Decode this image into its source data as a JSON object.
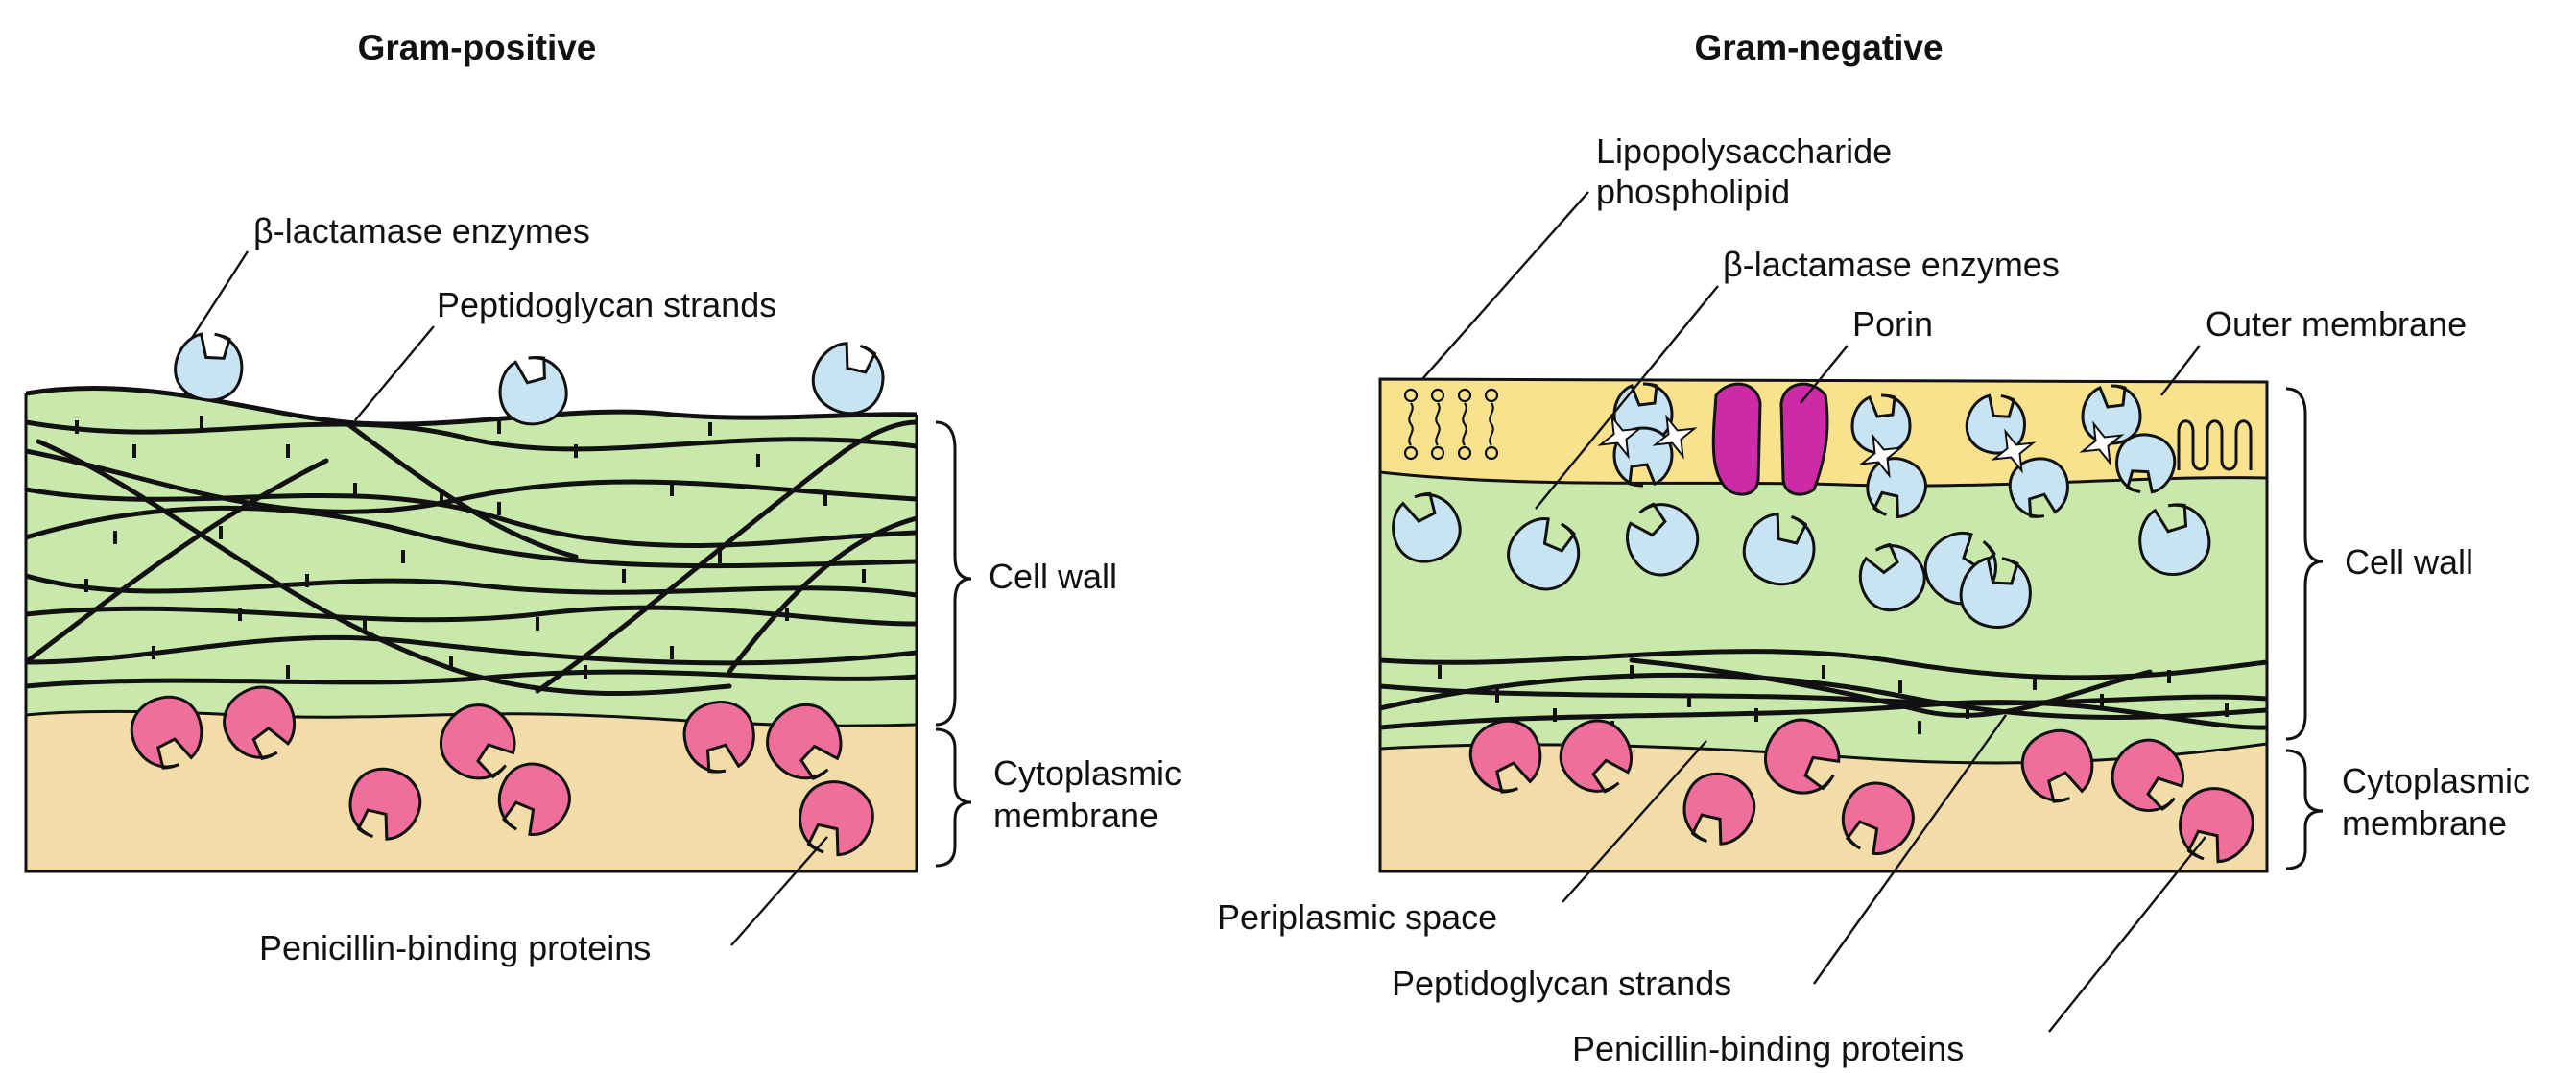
{
  "colors": {
    "cell_wall_green": "#c9e8ac",
    "cytoplasm_tan": "#f2dca8",
    "outer_membrane_yellow": "#f9e28e",
    "beta_lactamase_blue": "#c8e4f3",
    "pbp_pink": "#ef6e9c",
    "porin_magenta": "#cc2aa6",
    "line": "#111111"
  },
  "gram_positive": {
    "title": "Gram-positive",
    "labels": {
      "beta_lactamase": "β-lactamase enzymes",
      "peptidoglycan": "Peptidoglycan strands",
      "cell_wall": "Cell wall",
      "cytoplasmic_line1": "Cytoplasmic",
      "cytoplasmic_line2": "membrane",
      "pbp": "Penicillin-binding proteins"
    }
  },
  "gram_negative": {
    "title": "Gram-negative",
    "labels": {
      "lps_line1": "Lipopolysaccharide",
      "lps_line2": "phospholipid",
      "beta_lactamase": "β-lactamase enzymes",
      "porin": "Porin",
      "outer_membrane": "Outer membrane",
      "cell_wall": "Cell wall",
      "cytoplasmic_line1": "Cytoplasmic",
      "cytoplasmic_line2": "membrane",
      "periplasmic": "Periplasmic space",
      "peptidoglycan": "Peptidoglycan strands",
      "pbp": "Penicillin-binding proteins"
    }
  }
}
